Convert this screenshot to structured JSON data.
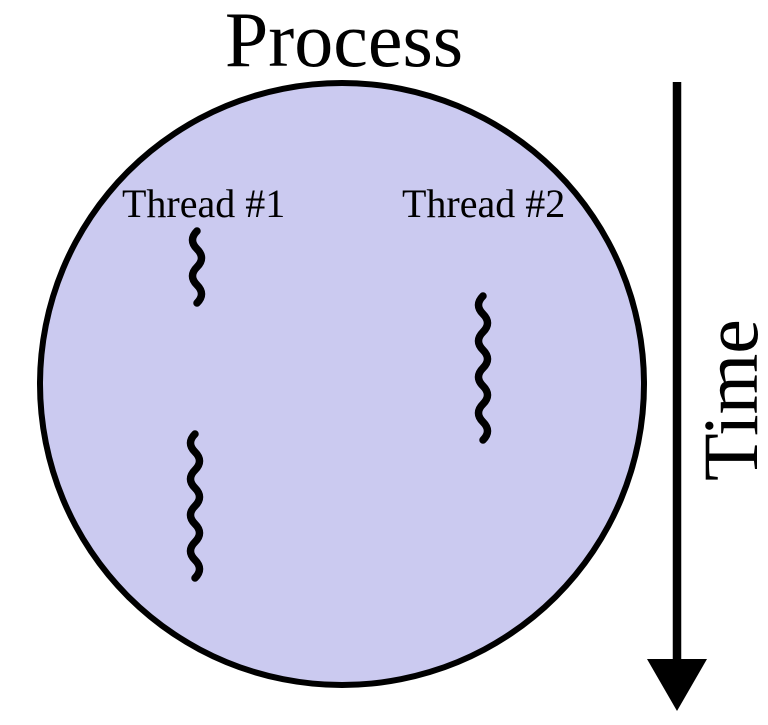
{
  "labels": {
    "process": "Process",
    "thread1": "Thread #1",
    "thread2": "Thread #2",
    "time": "Time"
  },
  "colors": {
    "circle_fill": "#cbcaf0",
    "outline": "#000000",
    "background": "#ffffff"
  }
}
